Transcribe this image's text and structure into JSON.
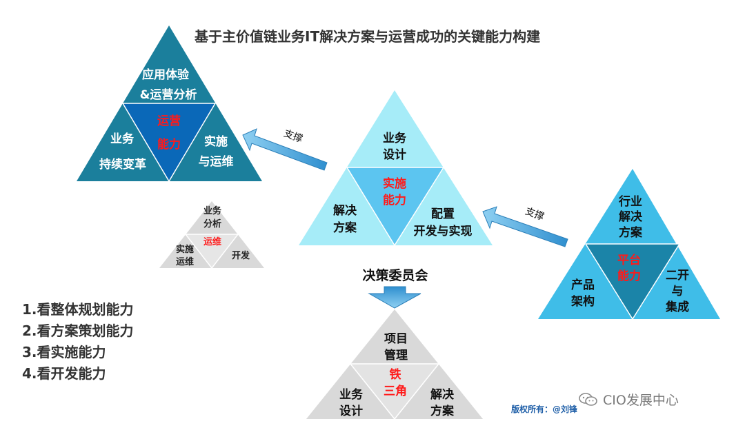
{
  "title": "基于主价值链业务IT解决方案与运营成功的关键能力构建",
  "triangles": {
    "operation": {
      "top": [
        "应用体验",
        "&运营分析"
      ],
      "center": [
        "运营",
        "能力"
      ],
      "left": [
        "业务",
        "持续变革"
      ],
      "right": [
        "实施",
        "与运维"
      ]
    },
    "implementation": {
      "top": [
        "业务",
        "设计"
      ],
      "center": [
        "实施",
        "能力"
      ],
      "left": [
        "解决",
        "方案"
      ],
      "right": [
        "配置",
        "开发与实现"
      ]
    },
    "platform": {
      "top": [
        "行业",
        "解决",
        "方案"
      ],
      "center": [
        "平台",
        "能力"
      ],
      "left": [
        "产品",
        "架构"
      ],
      "right": [
        "二开",
        "与",
        "集成"
      ]
    },
    "small": {
      "top": [
        "业务",
        "分析"
      ],
      "center": "运维",
      "left": [
        "实施",
        "运维"
      ],
      "right": "开发"
    },
    "iron": {
      "top": [
        "项目",
        "管理"
      ],
      "center": [
        "铁",
        "三角"
      ],
      "left": [
        "业务",
        "设计"
      ],
      "right": [
        "解决",
        "方案"
      ]
    }
  },
  "arrow_labels": {
    "support1": "支撑",
    "support2": "支撑"
  },
  "committee": "决策委员会",
  "list": [
    "1.看整体规划能力",
    "2.看方案策划能力",
    "3.看实施能力",
    "4.看开发能力"
  ],
  "copyright": "版权所有：@刘锋",
  "watermark": "CIO发展中心",
  "colors": {
    "dark_teal": "#1b7f9c",
    "center_blue": "#0a68b8",
    "light_cyan": "#a6ecf8",
    "center_light_blue": "#5cc5f0",
    "sky_blue": "#3fbde8",
    "platform_center": "#1b84a8",
    "gray": "#d9d9d9",
    "red": "#ff1a1a",
    "arrow_blue": "#4aa3dc"
  }
}
